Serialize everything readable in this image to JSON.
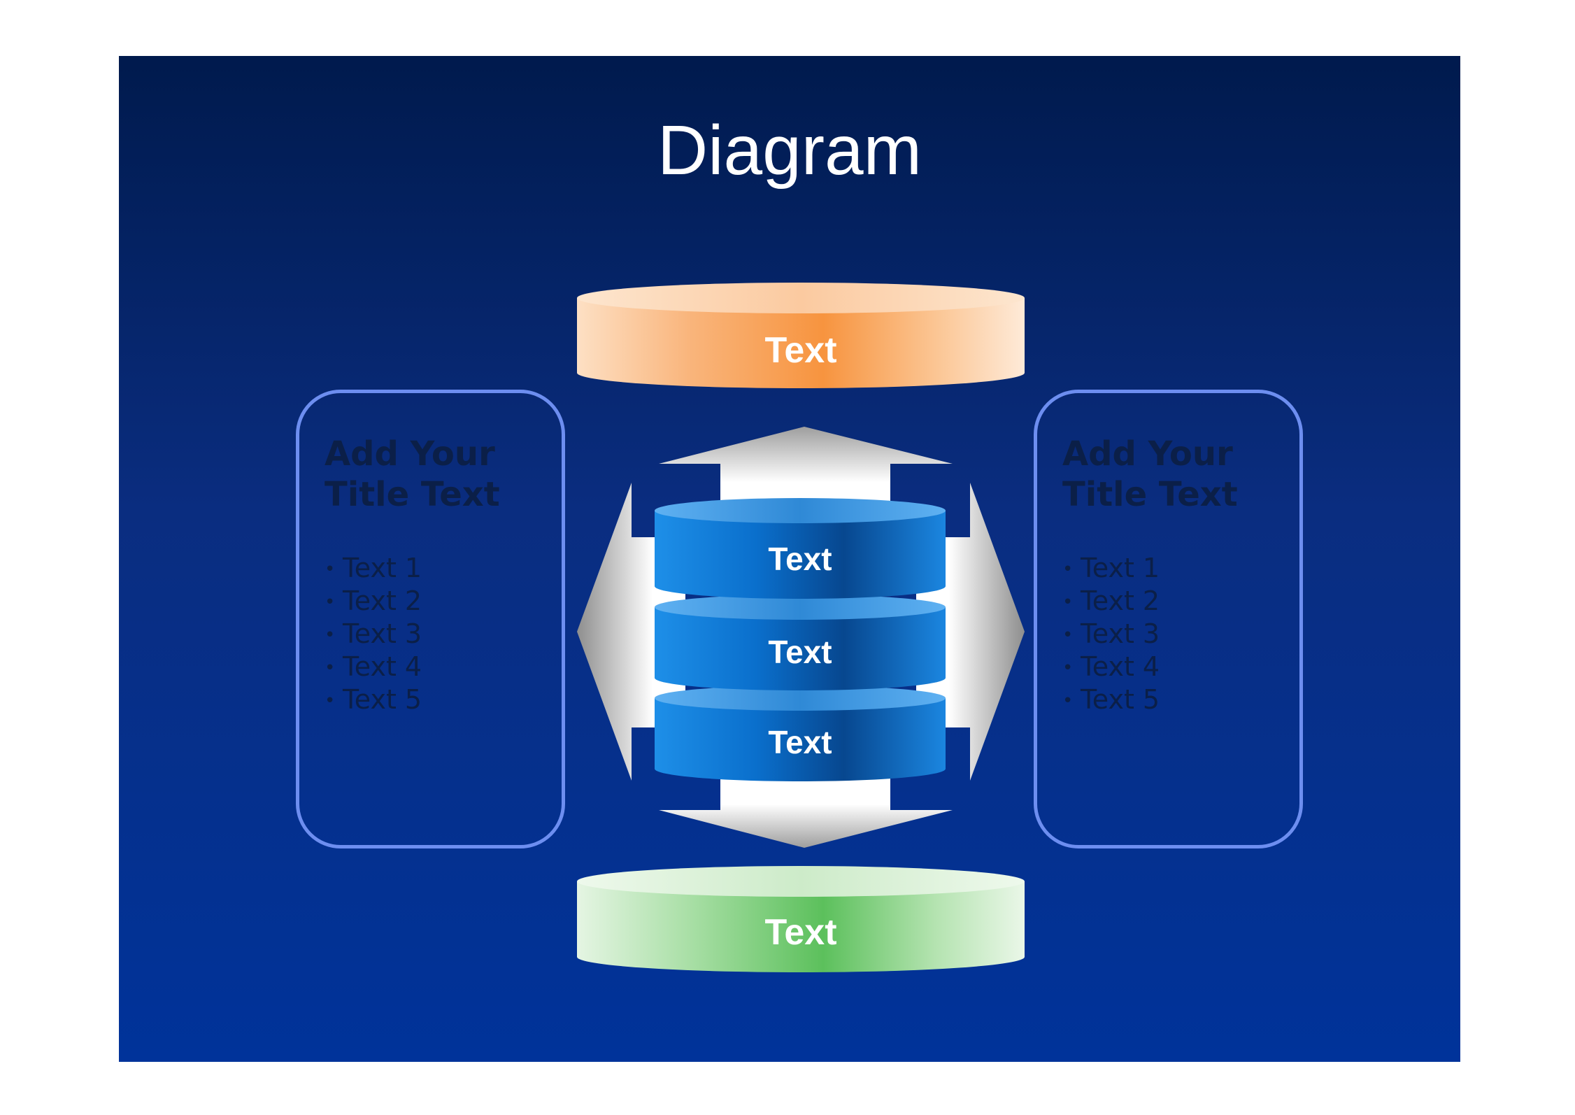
{
  "slide": {
    "title": "Diagram",
    "top_disc": {
      "label": "Text",
      "color": "#f79646"
    },
    "bottom_disc": {
      "label": "Text",
      "color": "#5cc05c"
    },
    "stack": [
      {
        "label": "Text"
      },
      {
        "label": "Text"
      },
      {
        "label": "Text"
      }
    ],
    "left_panel": {
      "title_line1": "Add Your",
      "title_line2": "Title Text",
      "items": [
        "Text 1",
        "Text 2",
        "Text 3",
        "Text 4",
        "Text 5"
      ]
    },
    "right_panel": {
      "title_line1": "Add Your",
      "title_line2": "Title Text",
      "items": [
        "Text 1",
        "Text 2",
        "Text 3",
        "Text 4",
        "Text 5"
      ]
    }
  }
}
